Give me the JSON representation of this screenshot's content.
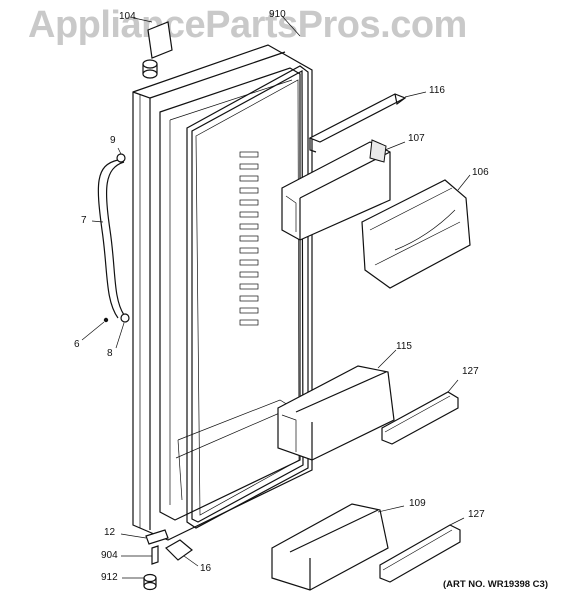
{
  "watermark": "AppliancePartsPros.com",
  "art_number": "(ART NO. WR19398 C3)",
  "callouts": {
    "c104": "104",
    "c910": "910",
    "c116": "116",
    "c107": "107",
    "c106": "106",
    "c9": "9",
    "c7": "7",
    "c6": "6",
    "c8": "8",
    "c115": "115",
    "c127a": "127",
    "c109": "109",
    "c127b": "127",
    "c12": "12",
    "c904": "904",
    "c912": "912",
    "c16": "16"
  }
}
